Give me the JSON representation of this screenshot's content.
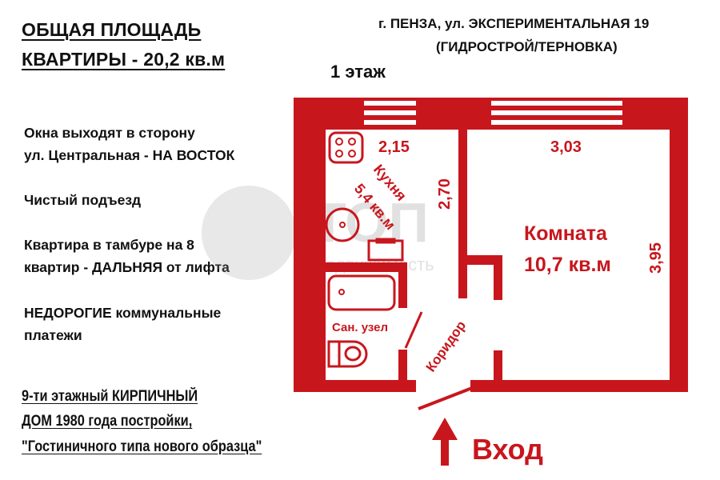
{
  "heading": {
    "line1": "ОБЩАЯ ПЛОЩАДЬ",
    "line2": "КВАРТИРЫ - 20,2 кв.м"
  },
  "address": {
    "line1": "г. ПЕНЗА, ул. ЭКСПЕРИМЕНТАЛЬНАЯ 19",
    "line2": "(ГИДРОСТРОЙ/ТЕРНОВКА)"
  },
  "floor": "1 этаж",
  "notes": [
    {
      "line1": "Окна выходят в сторону",
      "line2": "ул. Центральная - НА ВОСТОК"
    },
    {
      "line1": "Чистый подъезд"
    },
    {
      "line1": "Квартира в тамбуре на 8",
      "line2": "квартир - ДАЛЬНЯЯ от лифта"
    },
    {
      "line1": "НЕДОРОГИЕ коммунальные",
      "line2": "платежи"
    }
  ],
  "building": {
    "line1": "9-ти этажный КИРПИЧНЫЙ",
    "line2": "ДОМ 1980 года постройки,",
    "line3": "\"Гостиничного типа нового образца\""
  },
  "plan": {
    "kitchen_width": "2,15",
    "kitchen_length": "2,70",
    "kitchen_label": "Кухня",
    "kitchen_area": "5,4 кв.м",
    "room_width": "3,03",
    "room_length": "3,95",
    "room_label": "Комната",
    "room_area": "10,7 кв.м",
    "bathroom_label": "Сан. узел",
    "corridor_label": "Коридор",
    "entrance_label": "Вход"
  },
  "watermark": {
    "brand": "ТОП",
    "sub": "недвижимость"
  },
  "colors": {
    "wall": "#c8161d",
    "text": "#111111"
  }
}
